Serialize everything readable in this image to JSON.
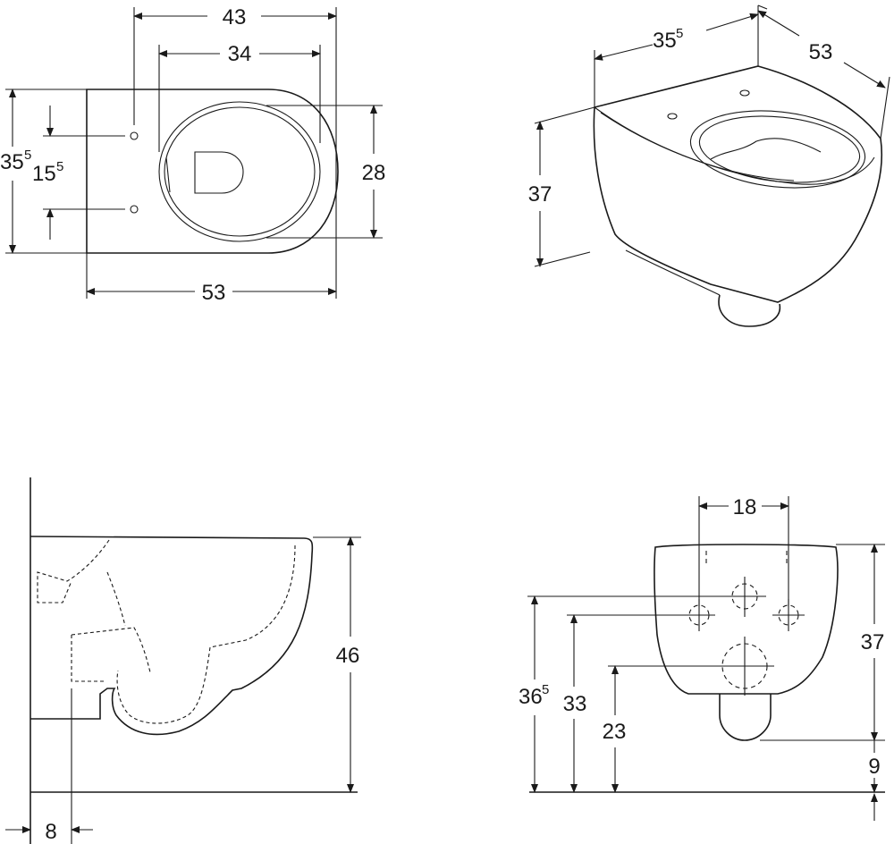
{
  "views": {
    "top": {
      "width_outer": "43",
      "width_inner": "34",
      "height_rim": "28",
      "depth": "53",
      "height_total": "35",
      "height_total_sup": "5",
      "hole_spacing": "15",
      "hole_spacing_sup": "5"
    },
    "iso": {
      "width": "35",
      "width_sup": "5",
      "depth": "53",
      "height": "37"
    },
    "side": {
      "height": "46",
      "wall_offset": "8"
    },
    "front": {
      "hole_spacing": "18",
      "height_total": "37",
      "floor_gap": "9",
      "drain_height": "36",
      "drain_height_sup": "5",
      "bolt_height": "33",
      "outlet_height": "23"
    }
  },
  "colors": {
    "line": "#1a1a1a",
    "background": "#ffffff"
  }
}
